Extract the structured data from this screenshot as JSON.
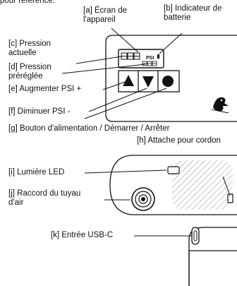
{
  "intro_text": "pour référence.",
  "labels": {
    "a": {
      "line1": "[a] Écran de",
      "line2": "l'appareil"
    },
    "b": {
      "line1": "[b] Indicateur de",
      "line2": "batterie"
    },
    "c": {
      "line1": "[c] Pression",
      "line2": "actuelle"
    },
    "d": {
      "line1": "[d] Pression",
      "line2": "préréglée"
    },
    "e": "[e] Augmenter PSI +",
    "f": "[f] Diminuer PSI -",
    "g": "[g] Bouton d'alimentation / Démarrer / Arrêter",
    "h": "[h] Attache pour cordon",
    "i": "[i] Lumière LED",
    "j": {
      "line1": "[j] Raccord du tuyau",
      "line2": "d'air"
    },
    "k": "[k] Entrée USB-C"
  },
  "screen": {
    "current_digits": "888",
    "unit": "PSI",
    "preset_digits": "888"
  },
  "icons": {
    "up": "up-arrow-button-icon",
    "down": "down-arrow-button-icon",
    "power": "power-button-icon",
    "logo": "bird-logo-icon",
    "led": "led-light-icon",
    "nozzle": "air-hose-nozzle-icon",
    "lanyard": "lanyard-attachment-icon",
    "usb": "usb-c-port-icon"
  }
}
